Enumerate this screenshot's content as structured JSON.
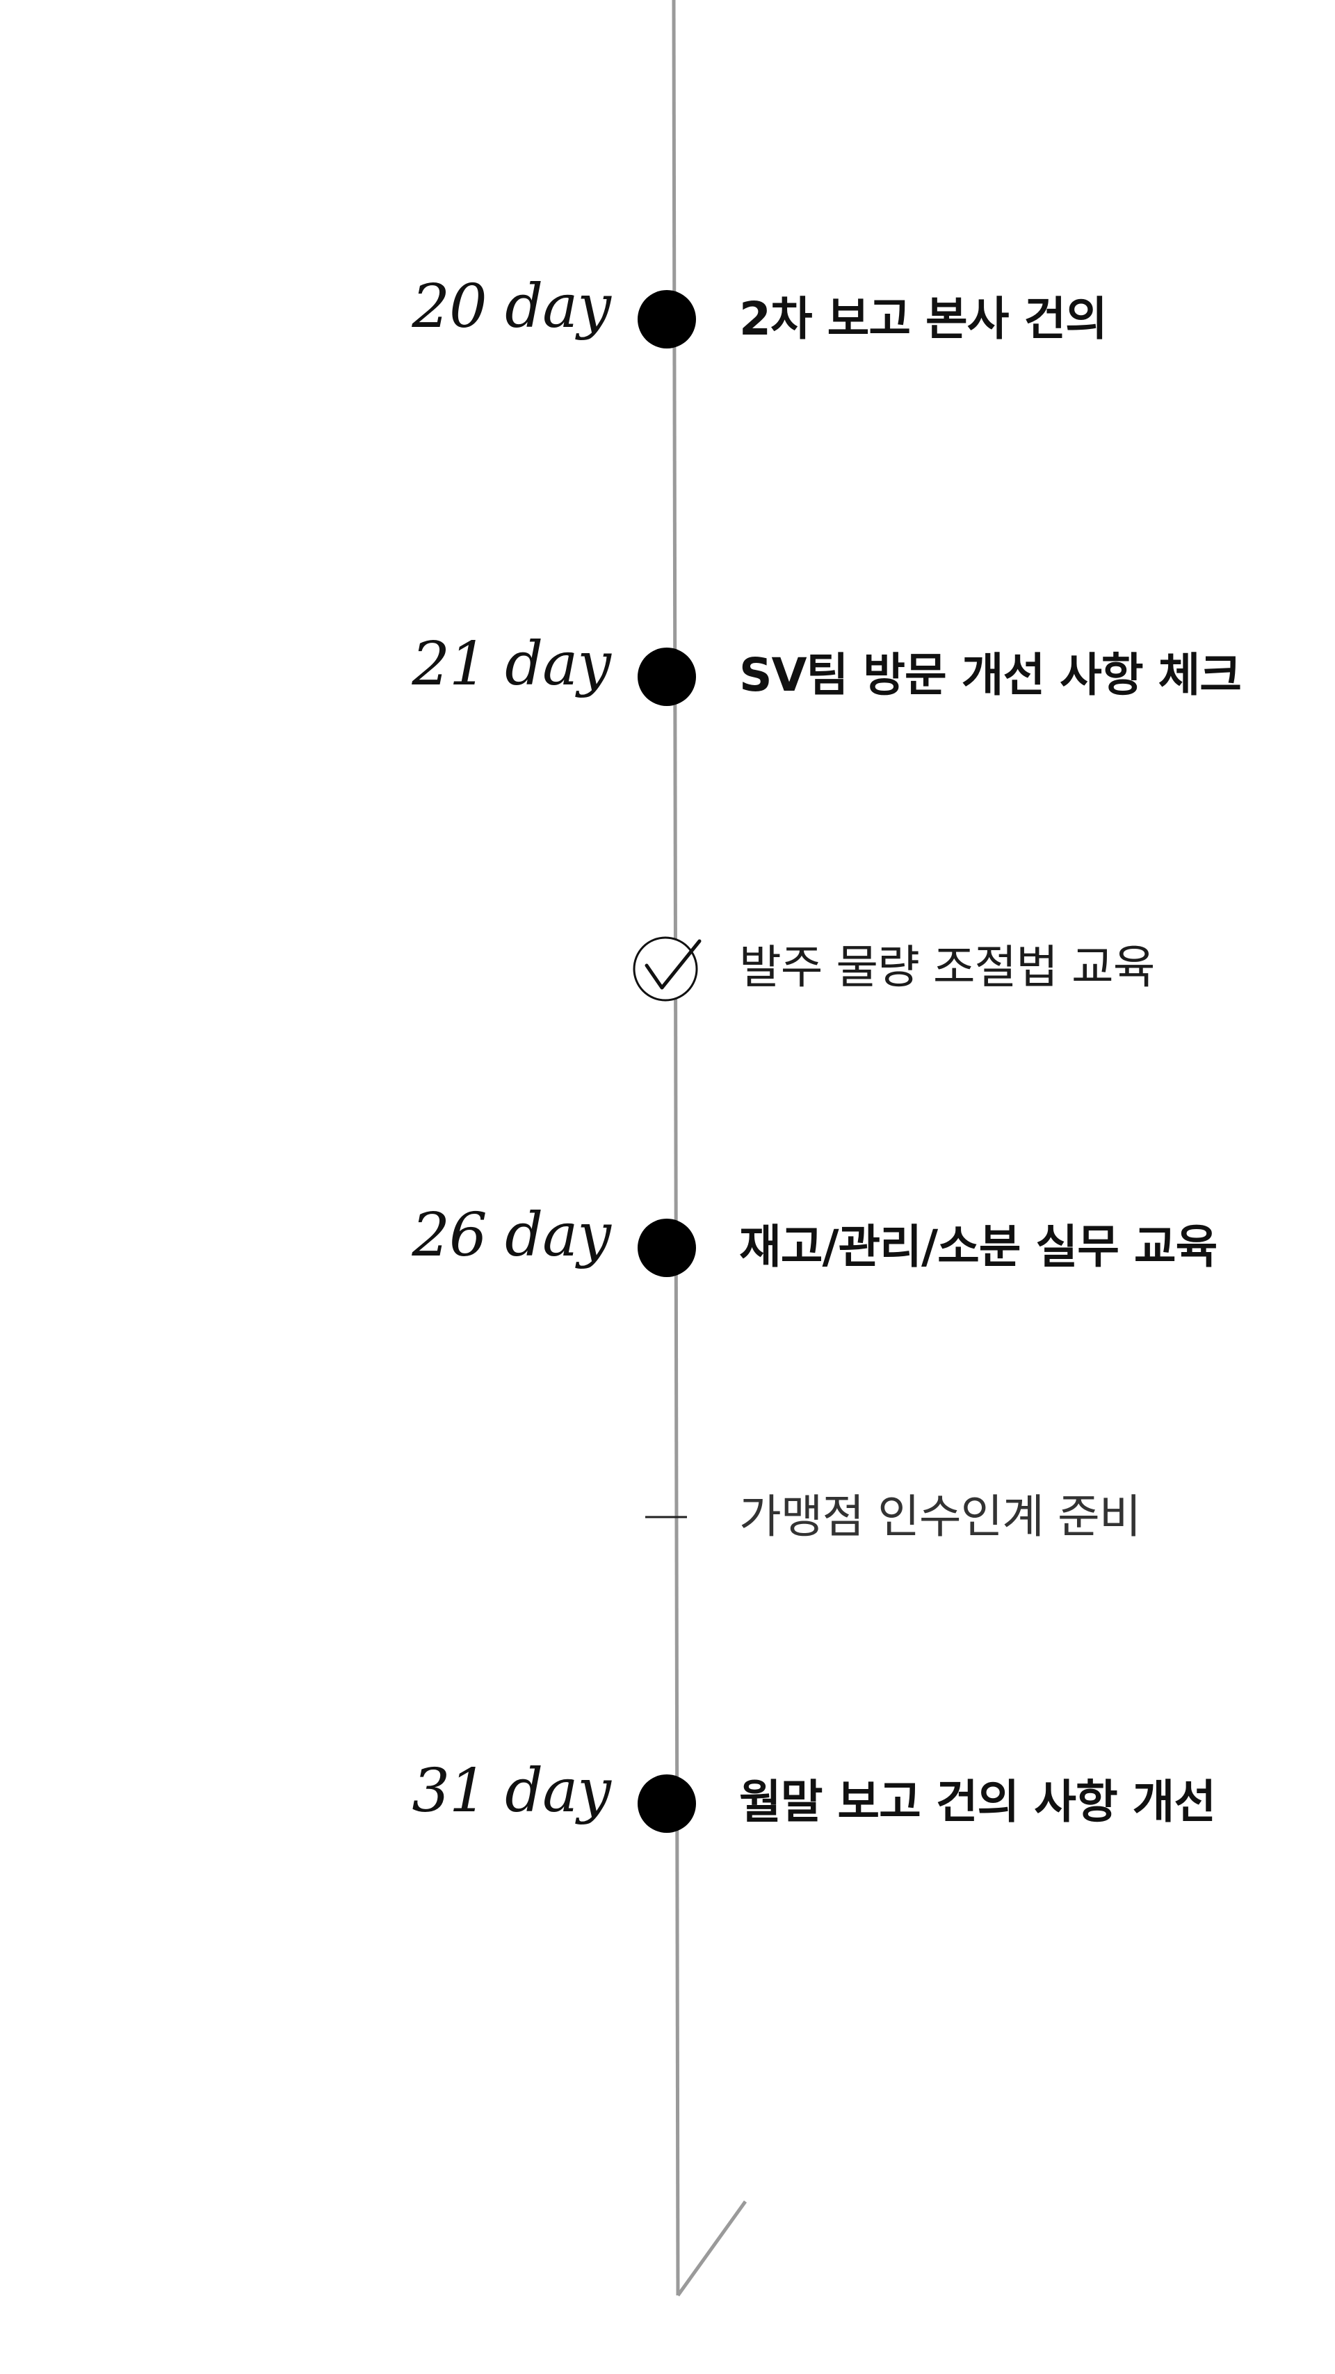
{
  "timeline": {
    "line_color": "#9a9a9a",
    "marker_color": "#000000",
    "events": [
      {
        "day_label": "20 day",
        "text": "2차 보고 본사 건의",
        "marker": "filled-circle",
        "style": "major"
      },
      {
        "day_label": "21 day",
        "text": "SV팀 방문 개선 사항 체크",
        "marker": "filled-circle",
        "style": "major"
      },
      {
        "day_label": "",
        "text": "발주 물량 조절법 교육",
        "marker": "check-circle",
        "style": "minor"
      },
      {
        "day_label": "26 day",
        "text": "재고/관리/소분 실무 교육",
        "marker": "filled-circle",
        "style": "major"
      },
      {
        "day_label": "",
        "text": "가맹점 인수인계 준비",
        "marker": "dash",
        "style": "muted"
      },
      {
        "day_label": "31 day",
        "text": "월말 보고 건의 사항 개선",
        "marker": "filled-circle",
        "style": "major"
      }
    ]
  }
}
